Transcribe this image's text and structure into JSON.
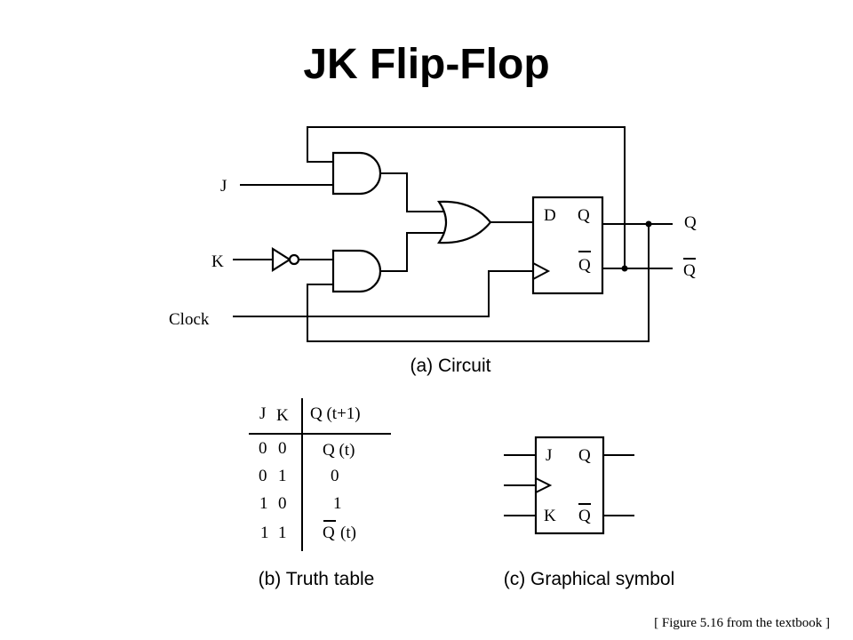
{
  "slide": {
    "title": "JK Flip-Flop",
    "source": "[ Figure 5.16 from the textbook ]"
  },
  "circuit": {
    "caption": "(a) Circuit",
    "inputs": {
      "j": "J",
      "k": "K",
      "clock": "Clock"
    },
    "dff": {
      "d_label": "D",
      "q_label": "Q",
      "qbar_label": "Q"
    },
    "outputs": {
      "q": "Q",
      "qbar": "Q"
    }
  },
  "truth_table": {
    "caption": "(b) Truth table",
    "header": {
      "j": "J",
      "k": "K",
      "next": "Q (t+1)"
    },
    "rows": [
      {
        "j": "0",
        "k": "0",
        "next": "Q (t)"
      },
      {
        "j": "0",
        "k": "1",
        "next": "0"
      },
      {
        "j": "1",
        "k": "0",
        "next": "1"
      },
      {
        "j": "1",
        "k": "1",
        "next_q": "Q",
        "next_t": "(t)"
      }
    ]
  },
  "symbol": {
    "caption": "(c) Graphical symbol",
    "j": "J",
    "k": "K",
    "q": "Q",
    "qbar": "Q"
  }
}
